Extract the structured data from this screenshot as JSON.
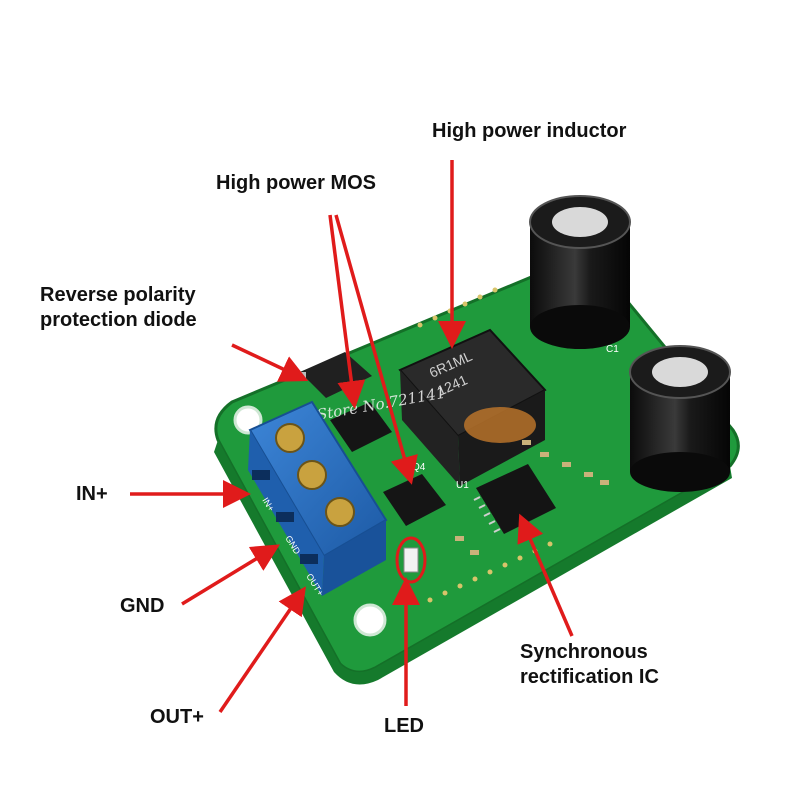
{
  "labels": {
    "inductor": "High power inductor",
    "mos": "High power MOS",
    "diode_line1": "Reverse polarity",
    "diode_line2": "protection diode",
    "in_plus": "IN+",
    "gnd": "GND",
    "out_plus": "OUT+",
    "led": "LED",
    "ic_line1": "Synchronous",
    "ic_line2": "rectification IC"
  },
  "board_markings": {
    "inductor_code_1": "6R1ML",
    "inductor_code_2": "1241",
    "watermark": "Store No.721141",
    "q4": "Q4",
    "u1": "U1",
    "c1": "C1",
    "terminal_in": "IN+",
    "terminal_gnd": "GND",
    "terminal_out": "OUT+"
  },
  "colors": {
    "pcb": "#1f9a3c",
    "pcb_dark": "#157a2c",
    "terminal": "#2a6fc2",
    "arrow": "#e01b1b",
    "capacitor": "#1a1a1a",
    "ic": "#151515"
  }
}
